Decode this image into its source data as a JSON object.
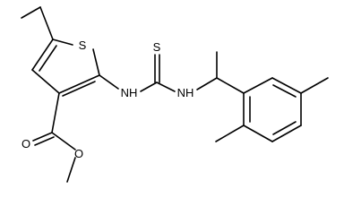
{
  "atoms": {
    "s_ring": "S",
    "s_thio": "S",
    "nh_left": "NH",
    "nh_right": "NH",
    "o_carbonyl": "O",
    "o_ester": "O"
  }
}
